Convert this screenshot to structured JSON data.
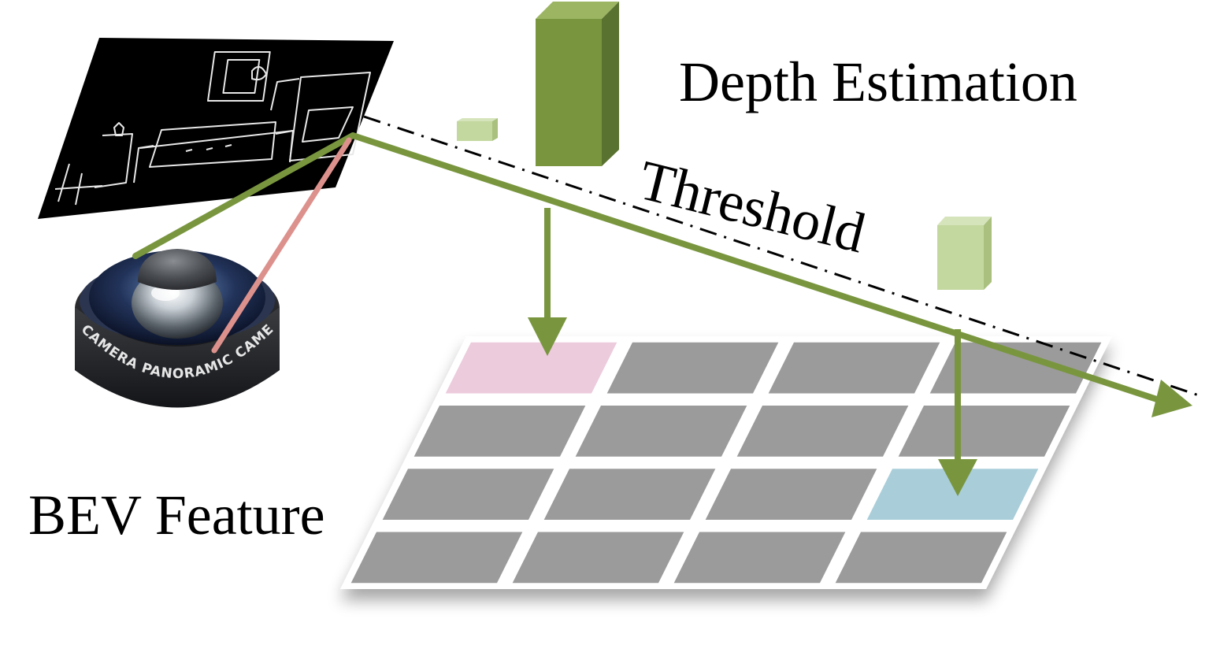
{
  "labels": {
    "depth_estimation": "Depth Estimation",
    "threshold": "Threshold",
    "bev_feature": "BEV Feature"
  },
  "camera": {
    "ring_text": "CAMERA PANORAMIC CAMERA PANORAMIC"
  },
  "grid": {
    "rows": 4,
    "cols": 4,
    "highlights": [
      {
        "row": 0,
        "col": 0,
        "color": "#eccbdc"
      },
      {
        "row": 2,
        "col": 3,
        "color": "#a9ced9"
      }
    ],
    "cell_color": "#9b9b9b",
    "line_color": "#ffffff"
  },
  "depth_bars": {
    "large_color": "#79963f",
    "small_color": "#c3d89f"
  },
  "colors": {
    "ray": "#79963f",
    "camera_ray": "#dd918d",
    "threshold_line": "#000000"
  }
}
